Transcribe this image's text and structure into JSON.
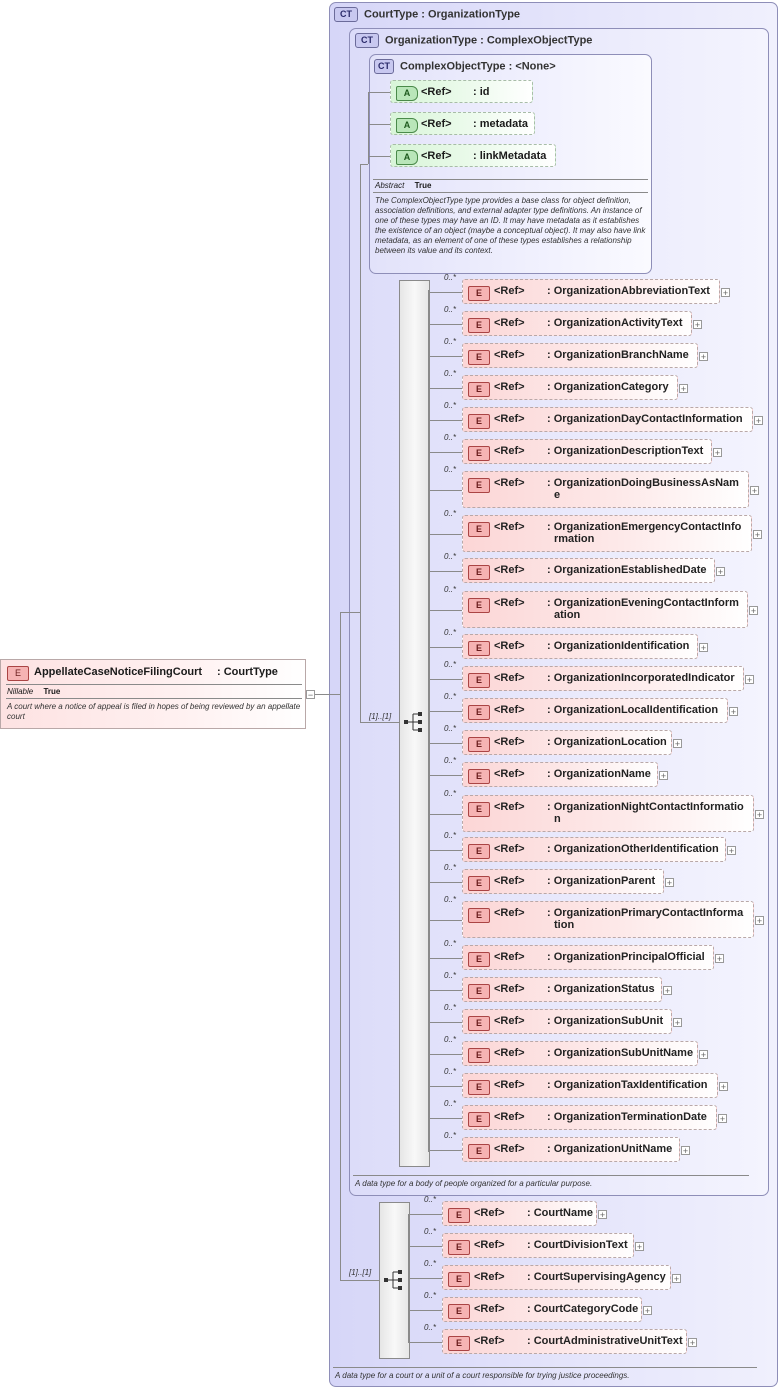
{
  "root": {
    "badge": "E",
    "name": "AppellateCaseNoticeFilingCourt",
    "type": ": CourtType",
    "prop_label": "Nillable",
    "prop_value": "True",
    "doc": "A court where a notice of appeal is filed in hopes of being reviewed by an appellate court"
  },
  "court_type": {
    "badge": "CT",
    "title": "CourtType : OrganizationType",
    "doc": "A data type for a court or a unit of a court responsible for trying justice proceedings.",
    "sequence_card": "[1]..[1]",
    "elements": [
      {
        "card": "0..*",
        "badge": "E",
        "ref": "<Ref>",
        "name": ": CourtName"
      },
      {
        "card": "0..*",
        "badge": "E",
        "ref": "<Ref>",
        "name": ": CourtDivisionText"
      },
      {
        "card": "0..*",
        "badge": "E",
        "ref": "<Ref>",
        "name": ": CourtSupervisingAgency"
      },
      {
        "card": "0..*",
        "badge": "E",
        "ref": "<Ref>",
        "name": ": CourtCategoryCode"
      },
      {
        "card": "0..*",
        "badge": "E",
        "ref": "<Ref>",
        "name": ": CourtAdministrativeUnitText"
      }
    ]
  },
  "organization_type": {
    "badge": "CT",
    "title": "OrganizationType : ComplexObjectType",
    "doc": "A data type for a body of people organized for a particular purpose.",
    "sequence_card": "[1]..[1]",
    "elements": [
      {
        "card": "0..*",
        "badge": "E",
        "ref": "<Ref>",
        "name": ": OrganizationAbbreviationText"
      },
      {
        "card": "0..*",
        "badge": "E",
        "ref": "<Ref>",
        "name": ": OrganizationActivityText"
      },
      {
        "card": "0..*",
        "badge": "E",
        "ref": "<Ref>",
        "name": ": OrganizationBranchName"
      },
      {
        "card": "0..*",
        "badge": "E",
        "ref": "<Ref>",
        "name": ": OrganizationCategory"
      },
      {
        "card": "0..*",
        "badge": "E",
        "ref": "<Ref>",
        "name": ": OrganizationDayContactInformation"
      },
      {
        "card": "0..*",
        "badge": "E",
        "ref": "<Ref>",
        "name": ": OrganizationDescriptionText"
      },
      {
        "card": "0..*",
        "badge": "E",
        "ref": "<Ref>",
        "name": ": OrganizationDoingBusinessAsNam",
        "name2": "e"
      },
      {
        "card": "0..*",
        "badge": "E",
        "ref": "<Ref>",
        "name": ": OrganizationEmergencyContactInfo",
        "name2": "rmation"
      },
      {
        "card": "0..*",
        "badge": "E",
        "ref": "<Ref>",
        "name": ": OrganizationEstablishedDate"
      },
      {
        "card": "0..*",
        "badge": "E",
        "ref": "<Ref>",
        "name": ": OrganizationEveningContactInform",
        "name2": "ation"
      },
      {
        "card": "0..*",
        "badge": "E",
        "ref": "<Ref>",
        "name": ": OrganizationIdentification"
      },
      {
        "card": "0..*",
        "badge": "E",
        "ref": "<Ref>",
        "name": ": OrganizationIncorporatedIndicator"
      },
      {
        "card": "0..*",
        "badge": "E",
        "ref": "<Ref>",
        "name": ": OrganizationLocalIdentification"
      },
      {
        "card": "0..*",
        "badge": "E",
        "ref": "<Ref>",
        "name": ": OrganizationLocation"
      },
      {
        "card": "0..*",
        "badge": "E",
        "ref": "<Ref>",
        "name": ": OrganizationName"
      },
      {
        "card": "0..*",
        "badge": "E",
        "ref": "<Ref>",
        "name": ": OrganizationNightContactInformatio",
        "name2": "n"
      },
      {
        "card": "0..*",
        "badge": "E",
        "ref": "<Ref>",
        "name": ": OrganizationOtherIdentification"
      },
      {
        "card": "0..*",
        "badge": "E",
        "ref": "<Ref>",
        "name": ": OrganizationParent"
      },
      {
        "card": "0..*",
        "badge": "E",
        "ref": "<Ref>",
        "name": ": OrganizationPrimaryContactInforma",
        "name2": "tion"
      },
      {
        "card": "0..*",
        "badge": "E",
        "ref": "<Ref>",
        "name": ": OrganizationPrincipalOfficial"
      },
      {
        "card": "0..*",
        "badge": "E",
        "ref": "<Ref>",
        "name": ": OrganizationStatus"
      },
      {
        "card": "0..*",
        "badge": "E",
        "ref": "<Ref>",
        "name": ": OrganizationSubUnit"
      },
      {
        "card": "0..*",
        "badge": "E",
        "ref": "<Ref>",
        "name": ": OrganizationSubUnitName"
      },
      {
        "card": "0..*",
        "badge": "E",
        "ref": "<Ref>",
        "name": ": OrganizationTaxIdentification"
      },
      {
        "card": "0..*",
        "badge": "E",
        "ref": "<Ref>",
        "name": ": OrganizationTerminationDate"
      },
      {
        "card": "0..*",
        "badge": "E",
        "ref": "<Ref>",
        "name": ": OrganizationUnitName"
      }
    ]
  },
  "complex_object_type": {
    "badge": "CT",
    "title": "ComplexObjectType : <None>",
    "attributes": [
      {
        "badge": "A",
        "ref": "<Ref>",
        "name": ": id"
      },
      {
        "badge": "A",
        "ref": "<Ref>",
        "name": ": metadata"
      },
      {
        "badge": "A",
        "ref": "<Ref>",
        "name": ": linkMetadata"
      }
    ],
    "prop_label": "Abstract",
    "prop_value": "True",
    "doc": "The ComplexObjectType type provides a base class for object definition, association definitions, and external adapter type definitions. An instance of one of these types may have an ID. It may have metadata as it establishes the existence of an object (maybe a conceptual object). It may also have link metadata, as an element of one of these types establishes a relationship between its value and its context."
  },
  "colors": {
    "element_fill": "#fcd6d6",
    "attribute_fill": "#d8f5d8",
    "complex_type_fill": "#d6d6f8"
  }
}
